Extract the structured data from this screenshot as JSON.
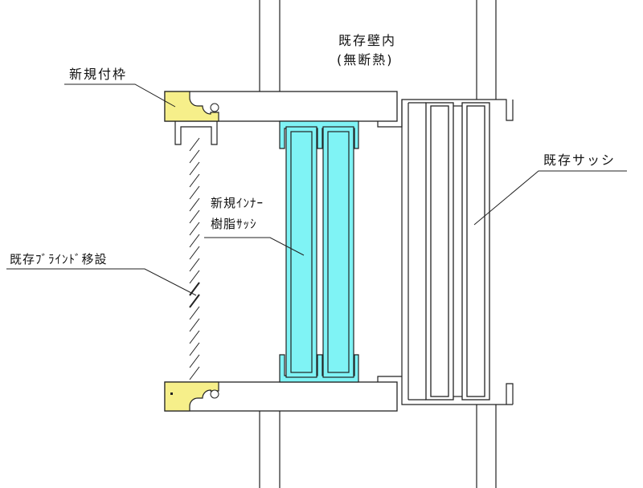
{
  "labels": {
    "new_frame": "新規付枠",
    "existing_wall_line1": "既存壁内",
    "existing_wall_line2": "(無断熱)",
    "existing_sash": "既存サッシ",
    "new_inner_line1": "新規ｲﾝﾅｰ",
    "new_inner_line2": "樹脂ｻｯｼ",
    "blind_relocation": "既存ﾌﾞﾗｲﾝﾄﾞ移設"
  },
  "colors": {
    "new_frame_fill": "#f6ef8a",
    "inner_sash_fill": "#7ff3f5",
    "line": "#222222",
    "background": "#ffffff"
  }
}
